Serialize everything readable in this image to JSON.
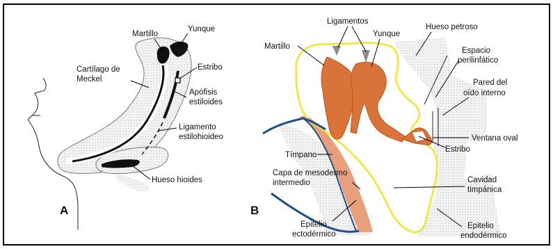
{
  "colors": {
    "frame": "#000000",
    "stipple": "#c9c9c9",
    "ossicle": "#d9733a",
    "ossicle_dark": "#b8581f",
    "endoderm": "#f0e84a",
    "ectoderm": "#1f4f86",
    "mesoderm": "#e8a07c",
    "bone_black": "#111111"
  },
  "panel_a": {
    "letter": "A",
    "labels": {
      "martillo": "Martillo",
      "yunque": "Yunque",
      "estribo": "Estribo",
      "cartilago_1": "Cartílago de",
      "cartilago_2": "Meckel",
      "apofisis_1": "Apófisis",
      "apofisis_2": "estiloides",
      "ligamento_1": "Ligamento",
      "ligamento_2": "estilohioideo",
      "hioides": "Hueso hioides"
    }
  },
  "panel_b": {
    "letter": "B",
    "labels": {
      "ligamentos": "Ligamentos",
      "yunque": "Yunque",
      "martillo": "Martillo",
      "petroso": "Hueso petroso",
      "espacio_1": "Espacio",
      "espacio_2": "perilinfático",
      "pared_1": "Pared del",
      "pared_2": "oído interno",
      "ventana": "Ventana oval",
      "estribo": "Estribo",
      "timpano": "Tímpano",
      "capa_1": "Capa de mesodermo",
      "capa_2": "intermedio",
      "cavidad_1": "Cavidad",
      "cavidad_2": "timpánica",
      "epi_ecto_1": "Epitelio",
      "epi_ecto_2": "ectodérmico",
      "epi_endo_1": "Epitelio",
      "epi_endo_2": "endodérmico"
    }
  }
}
